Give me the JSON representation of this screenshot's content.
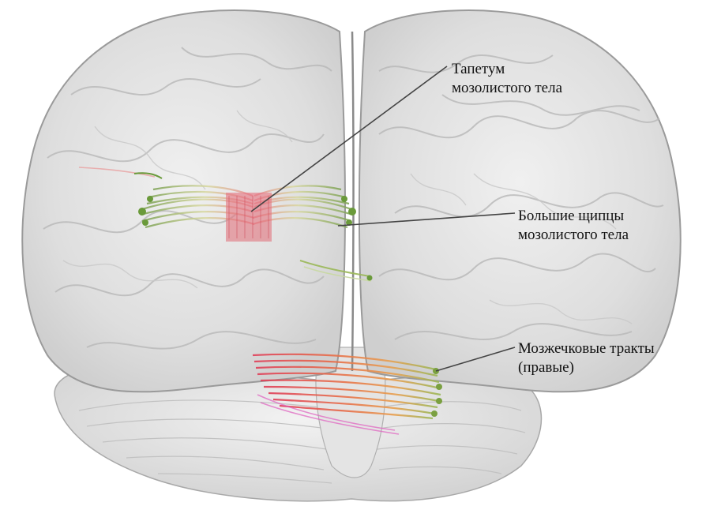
{
  "labels": {
    "tapetum": {
      "line1": "Тапетум",
      "line2": "мозолистого тела"
    },
    "forceps_major": {
      "line1": "Большие щипцы",
      "line2": "мозолистого тела"
    },
    "cerebellar_tracts": {
      "line1": "Мозжечковые тракты",
      "line2": "(правые)"
    }
  },
  "colors": {
    "brain_surface": "#e2e2e2",
    "brain_outline": "#9a9a9a",
    "tapetum_fibers": "#e8707a",
    "forceps_fibers": "#a8c88a",
    "cerebellar_fibers_red": "#e0405a",
    "cerebellar_fibers_orange": "#e89a50",
    "cerebellar_fibers_green": "#8cb050",
    "leader_line": "#444444"
  }
}
